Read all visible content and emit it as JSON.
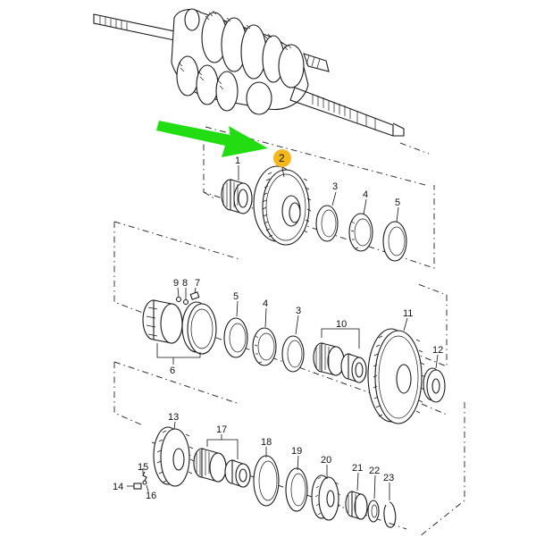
{
  "callouts": {
    "highlight": "2",
    "n1": "1",
    "n3a": "3",
    "n4a": "4",
    "n5a": "5",
    "n9": "9",
    "n8": "8",
    "n7": "7",
    "n5b": "5",
    "n4b": "4",
    "n3b": "3",
    "n10": "10",
    "n11": "11",
    "n6": "6",
    "n12": "12",
    "n13": "13",
    "n17": "17",
    "n18": "18",
    "n19": "19",
    "n20": "20",
    "n21": "21",
    "n22": "22",
    "n23": "23",
    "n15": "15",
    "n14": "14",
    "n16": "16"
  },
  "colors": {
    "arrow": "#22dd11",
    "highlight_badge": "#f5b81c",
    "line": "#1a1a1a"
  }
}
